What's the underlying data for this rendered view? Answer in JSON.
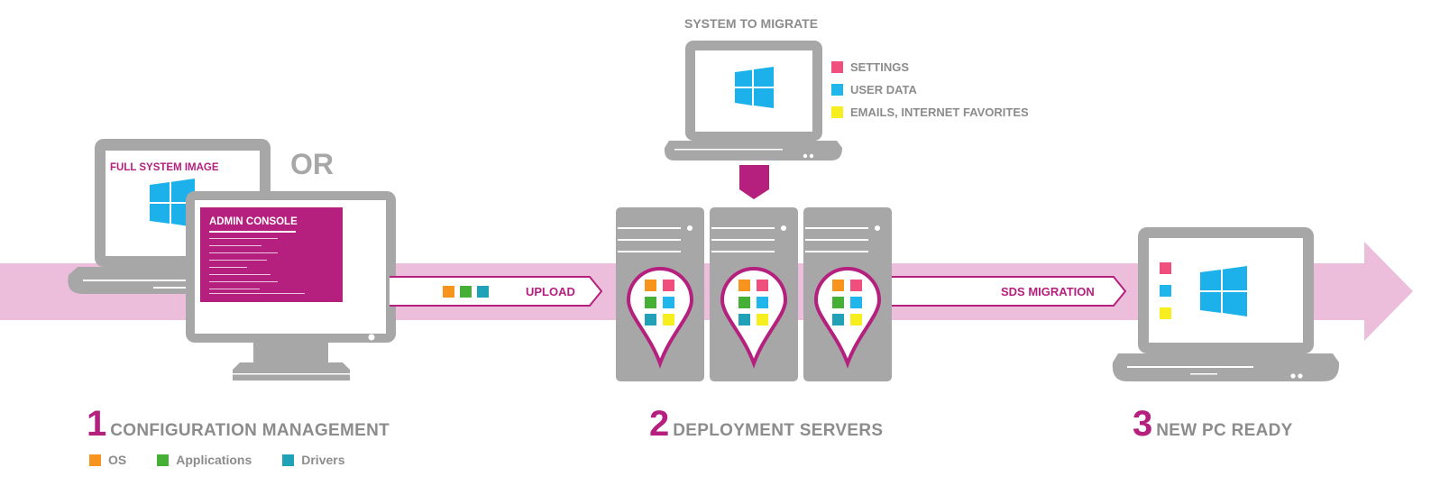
{
  "colors": {
    "magenta": "#b5207f",
    "gray": "#a7a7a7",
    "text_gray": "#8c8c8c",
    "band": "#ecbedc",
    "orange": "#f7941d",
    "green": "#45b035",
    "teal": "#21a1b8",
    "pink": "#f04e7c",
    "blue": "#20b6ec",
    "yellow": "#f7ee1f",
    "win_blue": "#1db1ec"
  },
  "texts": {
    "full_system_image": "FULL SYSTEM IMAGE",
    "or": "OR",
    "admin_console": "ADMIN CONSOLE",
    "upload": "UPLOAD",
    "system_to_migrate": "SYSTEM TO MIGRATE",
    "sds_migration": "SDS MIGRATION"
  },
  "migrate_legend": [
    {
      "label": "SETTINGS",
      "color": "#f04e7c"
    },
    {
      "label": "USER DATA",
      "color": "#20b6ec"
    },
    {
      "label": "EMAILS, INTERNET FAVORITES",
      "color": "#f7ee1f"
    }
  ],
  "steps": [
    {
      "number": "1",
      "label": "CONFIGURATION MANAGEMENT"
    },
    {
      "number": "2",
      "label": "DEPLOYMENT SERVERS"
    },
    {
      "number": "3",
      "label": "NEW PC READY"
    }
  ],
  "legend": [
    {
      "label": "OS",
      "color": "#f7941d"
    },
    {
      "label": "Applications",
      "color": "#45b035"
    },
    {
      "label": "Drivers",
      "color": "#21a1b8"
    }
  ]
}
